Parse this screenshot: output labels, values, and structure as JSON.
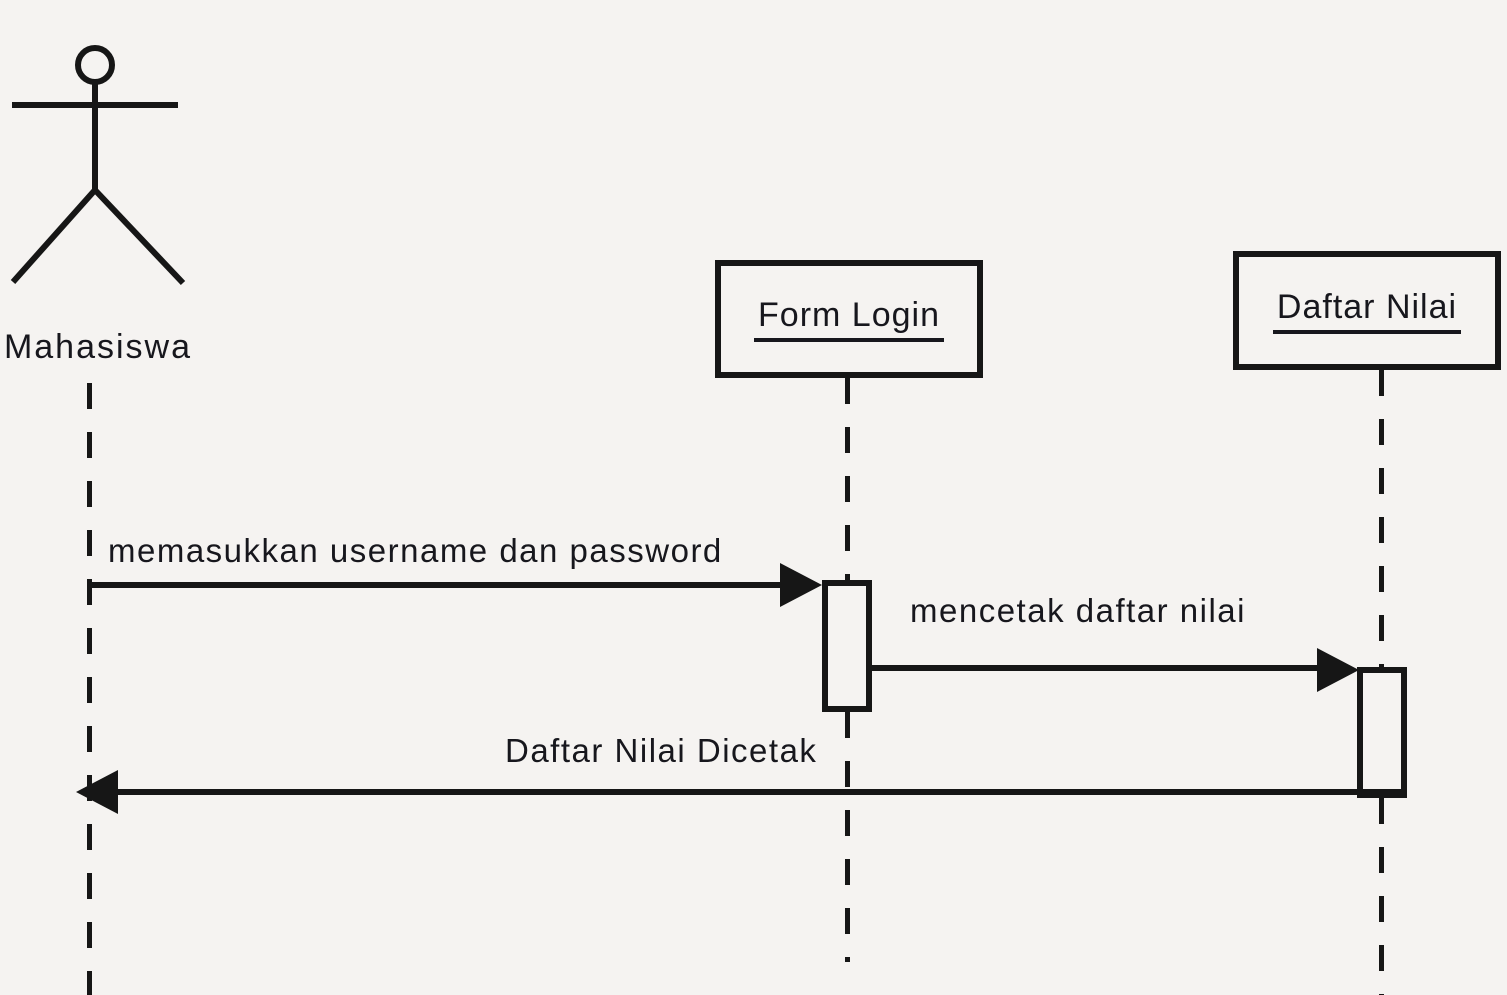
{
  "diagram": {
    "type": "uml-sequence-diagram",
    "actor": {
      "label": "Mahasiswa"
    },
    "objects": [
      {
        "id": "form-login",
        "label": "Form Login"
      },
      {
        "id": "daftar-nilai",
        "label": "Daftar Nilai"
      }
    ],
    "messages": [
      {
        "from": "Mahasiswa",
        "to": "Form Login",
        "label": "memasukkan username dan password"
      },
      {
        "from": "Form Login",
        "to": "Daftar Nilai",
        "label": "mencetak daftar nilai"
      },
      {
        "from": "Daftar Nilai",
        "to": "Mahasiswa",
        "label": "Daftar Nilai Dicetak"
      }
    ],
    "colors": {
      "background": "#f5f3f1",
      "line": "#161616",
      "text": "#17171d"
    }
  }
}
